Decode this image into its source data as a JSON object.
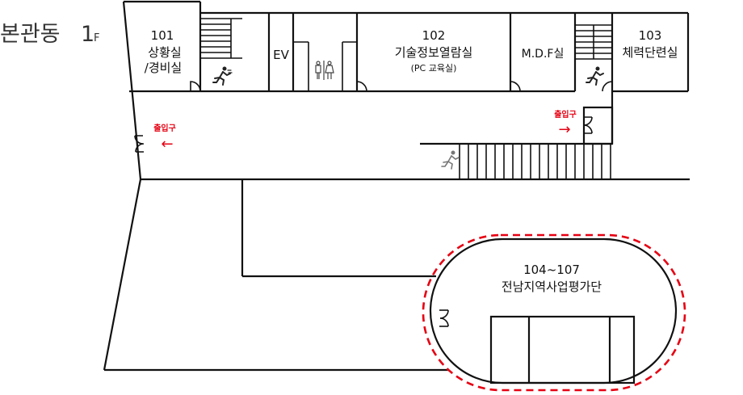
{
  "building": {
    "name": "본관동",
    "floor_number": "1",
    "floor_suffix": "F"
  },
  "rooms": {
    "r101": {
      "number": "101",
      "name_line1": "상황실",
      "name_line2": "/경비실"
    },
    "ev": {
      "label": "EV"
    },
    "r102": {
      "number": "102",
      "name": "기술정보열람실",
      "sub": "(PC 교육실)"
    },
    "mdf": {
      "label": "M.D.F실"
    },
    "r103": {
      "number": "103",
      "name": "체력단련실"
    },
    "r104": {
      "number": "104~107",
      "name": "전남지역사업평가단"
    }
  },
  "entrances": {
    "left": {
      "label": "출입구",
      "arrow": "←"
    },
    "right": {
      "label": "출입구",
      "arrow": "→"
    }
  },
  "icons": {
    "exit": "emergency-exit-runner-icon",
    "restroom": "restroom-icon"
  },
  "colors": {
    "highlight": "#e60012",
    "walls": "#111111"
  }
}
